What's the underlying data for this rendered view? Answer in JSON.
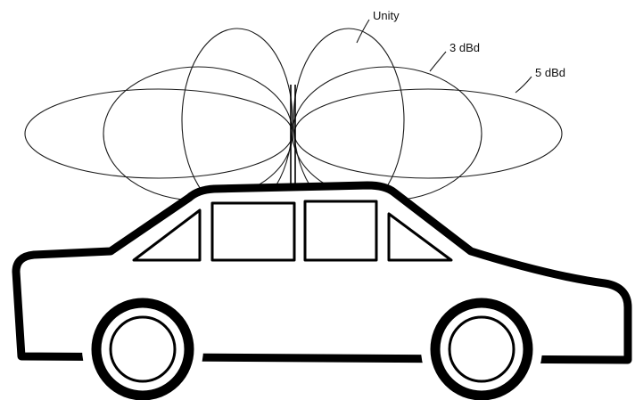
{
  "labels": {
    "unity": "Unity",
    "gain_3": "3 dBd",
    "gain_5": "5 dBd"
  }
}
